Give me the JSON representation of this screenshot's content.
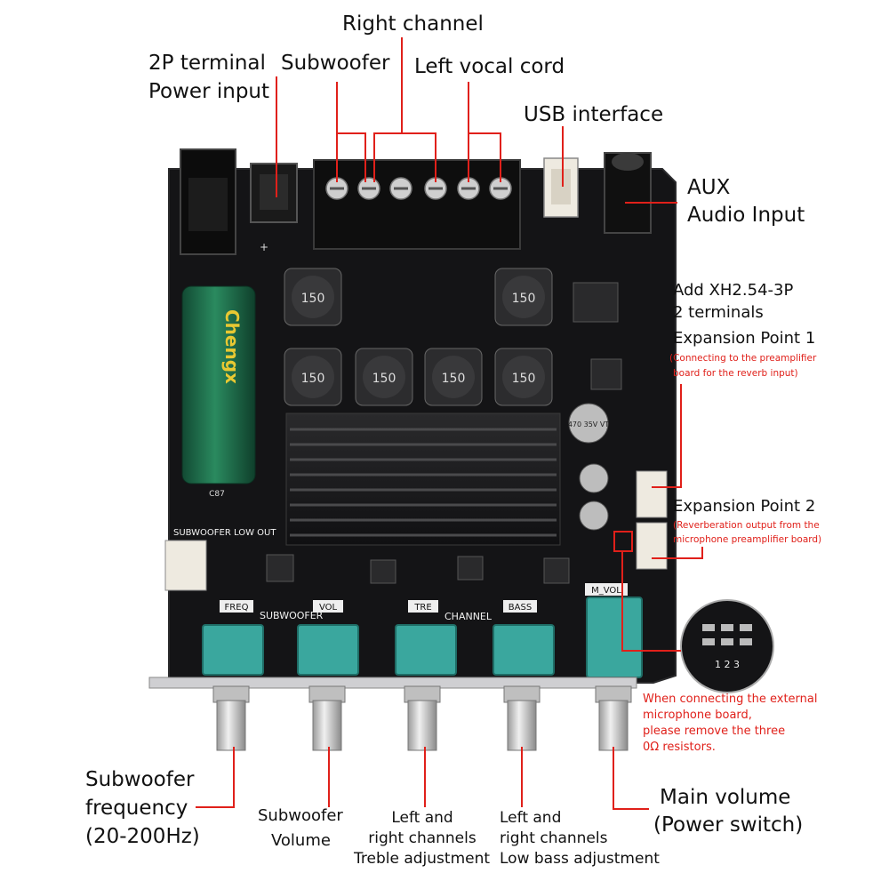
{
  "labels": {
    "right_channel": "Right channel",
    "terminal_line1": "2P terminal",
    "terminal_line2": "Power input",
    "subwoofer": "Subwoofer",
    "left_vocal": "Left vocal cord",
    "usb": "USB interface",
    "aux_line1": "AUX",
    "aux_line2": "Audio Input",
    "xh_line1": "Add XH2.54-3P",
    "xh_line2": "2 terminals",
    "exp1": "Expansion Point 1",
    "exp1_note_line1": "(Connecting to the preamplifier",
    "exp1_note_line2": "board for the reverb input)",
    "exp2": "Expansion Point 2",
    "exp2_note_line1": "(Reverberation output from the",
    "exp2_note_line2": "microphone preamplifier board)",
    "warn_line1": "When connecting the external",
    "warn_line2": "microphone board,",
    "warn_line3": "please remove the three",
    "warn_line4": "0Ω resistors.",
    "sub_freq_line1": "Subwoofer",
    "sub_freq_line2": "frequency",
    "sub_freq_line3": "(20-200Hz)",
    "sub_vol_line1": "Subwoofer",
    "sub_vol_line2": "Volume",
    "treble_line1": "Left and",
    "treble_line2": "right channels",
    "treble_line3": "Treble adjustment",
    "bass_line1": "Left and",
    "bass_line2": "right channels",
    "bass_line3": "Low bass adjustment",
    "main_line1": "Main volume",
    "main_line2": "(Power switch)"
  },
  "board": {
    "silk_subwoofer_low_out": "SUBWOOFER LOW OUT",
    "silk_freq": "FREQ",
    "silk_vol": "VOL",
    "silk_subwoofer": "SUBWOOFER",
    "silk_tre": "TRE",
    "silk_channel": "CHANNEL",
    "silk_bass": "BASS",
    "silk_mvol": "M_VOL",
    "inductor_value": "150",
    "cap_brand": "Chengx",
    "cap_small_label": "470 35V VT",
    "cap_c87": "C87",
    "pin_numbers": "1 2 3"
  },
  "colors": {
    "pcb": "#151517",
    "potentiometer": "#3aa79e",
    "annotation_red": "#e0201a",
    "capacitor_green": "#1f6a4b"
  }
}
